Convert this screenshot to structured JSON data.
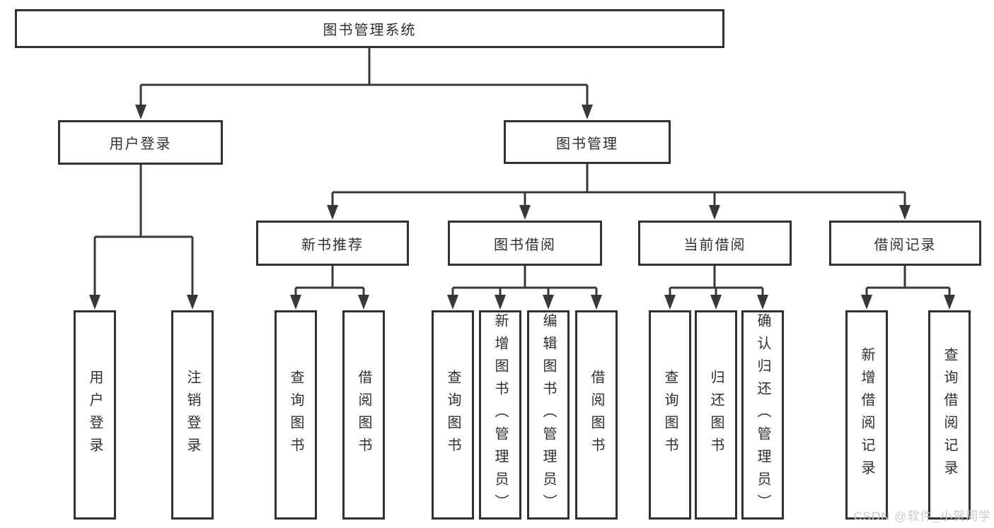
{
  "tree": {
    "root": {
      "label": "图书管理系统",
      "children": [
        {
          "label": "用户登录",
          "children": [
            {
              "label": "用户登录"
            },
            {
              "label": "注销登录"
            }
          ]
        },
        {
          "label": "图书管理",
          "children": [
            {
              "label": "新书推荐",
              "children": [
                {
                  "label": "查询图书"
                },
                {
                  "label": "借阅图书"
                }
              ]
            },
            {
              "label": "图书借阅",
              "children": [
                {
                  "label": "查询图书"
                },
                {
                  "label": "新增图书（管理员）"
                },
                {
                  "label": "编辑图书（管理员）"
                },
                {
                  "label": "借阅图书"
                }
              ]
            },
            {
              "label": "当前借阅",
              "children": [
                {
                  "label": "查询图书"
                },
                {
                  "label": "归还图书"
                },
                {
                  "label": "确认归还（管理员）"
                }
              ]
            },
            {
              "label": "借阅记录",
              "children": [
                {
                  "label": "新增借阅记录"
                },
                {
                  "label": "查询借阅记录"
                }
              ]
            }
          ]
        }
      ]
    }
  },
  "watermark": {
    "text": "CSDN @软件_小贺同学"
  },
  "colors": {
    "background": "#ffffff",
    "box_border": "#313131",
    "connector_line": "#383838",
    "text": "#2f2f2f",
    "watermark_text": "#c9c9c9"
  }
}
